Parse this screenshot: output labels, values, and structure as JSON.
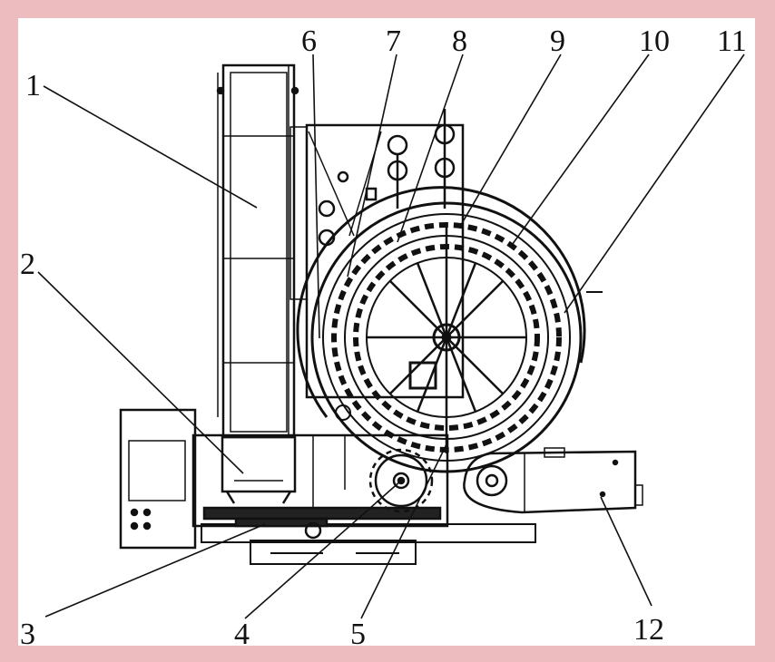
{
  "colors": {
    "border": "#ecbcbf",
    "background": "#ffffff",
    "ink": "#111111"
  },
  "labels": [
    {
      "id": "1",
      "text": "1"
    },
    {
      "id": "2",
      "text": "2"
    },
    {
      "id": "3",
      "text": "3"
    },
    {
      "id": "4",
      "text": "4"
    },
    {
      "id": "5",
      "text": "5"
    },
    {
      "id": "6",
      "text": "6"
    },
    {
      "id": "7",
      "text": "7"
    },
    {
      "id": "8",
      "text": "8"
    },
    {
      "id": "9",
      "text": "9"
    },
    {
      "id": "10",
      "text": "10"
    },
    {
      "id": "11",
      "text": "11"
    },
    {
      "id": "12",
      "text": "12"
    }
  ]
}
